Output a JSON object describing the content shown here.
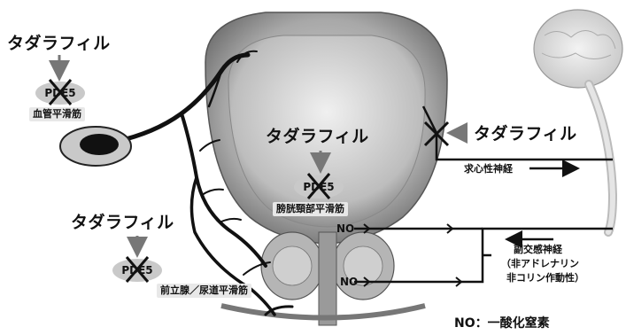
{
  "drug_labels": [
    "タダラフィル",
    "タダラフィル",
    "タダラフィル",
    "タダラフィル"
  ],
  "pde5": [
    "PDE5",
    "PDE5",
    "PDE5"
  ],
  "tissues": {
    "vascular": "血管平滑筋",
    "bladder_neck": "膀胱頸部平滑筋",
    "prostate_urethra": "前立腺／尿道平滑筋"
  },
  "nerves": {
    "afferent": "求心性神経",
    "parasympathetic": "副交感神経",
    "nanc_line1": "（非アドレナリン",
    "nanc_line2": "非コリン作動性）"
  },
  "no_labels": [
    "NO",
    "NO"
  ],
  "legend": "NO：一酸化窒素"
}
